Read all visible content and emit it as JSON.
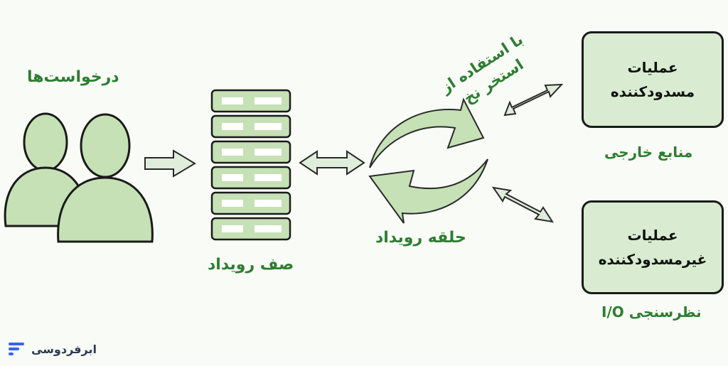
{
  "labels": {
    "requests": "درخواست‌ها",
    "event_queue": "صف رویداد",
    "event_loop": "حلقه رویداد",
    "thread_pool_line1": "با استفاده از",
    "thread_pool_line2": "استخر نخ",
    "external_resources": "منابع خارجی",
    "io_polling": "نظرسنجی I/O"
  },
  "boxes": {
    "blocking_ops": "عملیات\nمسدودکننده",
    "nonblocking_ops": "عملیات\nغیرمسدودکننده"
  },
  "logo": {
    "text": "ابرفردوسی",
    "icon": "stacked-bars-icon"
  },
  "colors": {
    "green_label": "#2e7d32",
    "fill_green": "#c5e1b5",
    "box_fill": "#d9ecd1",
    "logo_blue": "#3b63f0"
  }
}
